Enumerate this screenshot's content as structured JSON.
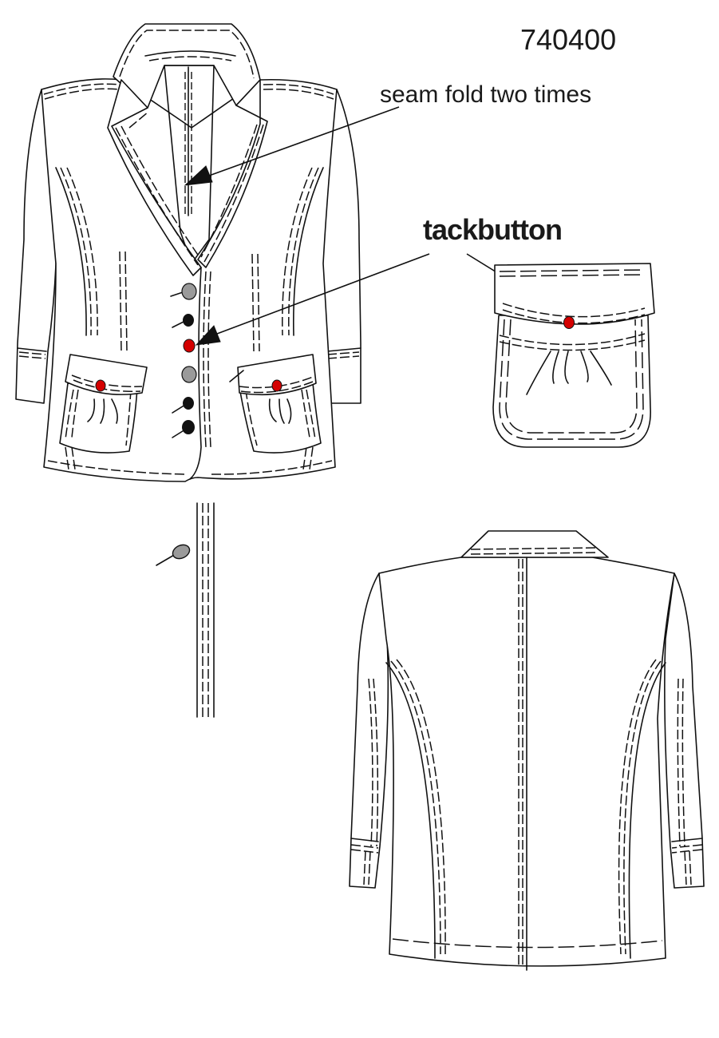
{
  "sheet": {
    "style_number": "740400",
    "callout_seam": "seam fold two times",
    "callout_button": "tackbutton"
  },
  "colors": {
    "line": "#111111",
    "button_red": "#d40000",
    "button_grey": "#9a9a9a",
    "button_black": "#111111",
    "background": "#ffffff"
  }
}
